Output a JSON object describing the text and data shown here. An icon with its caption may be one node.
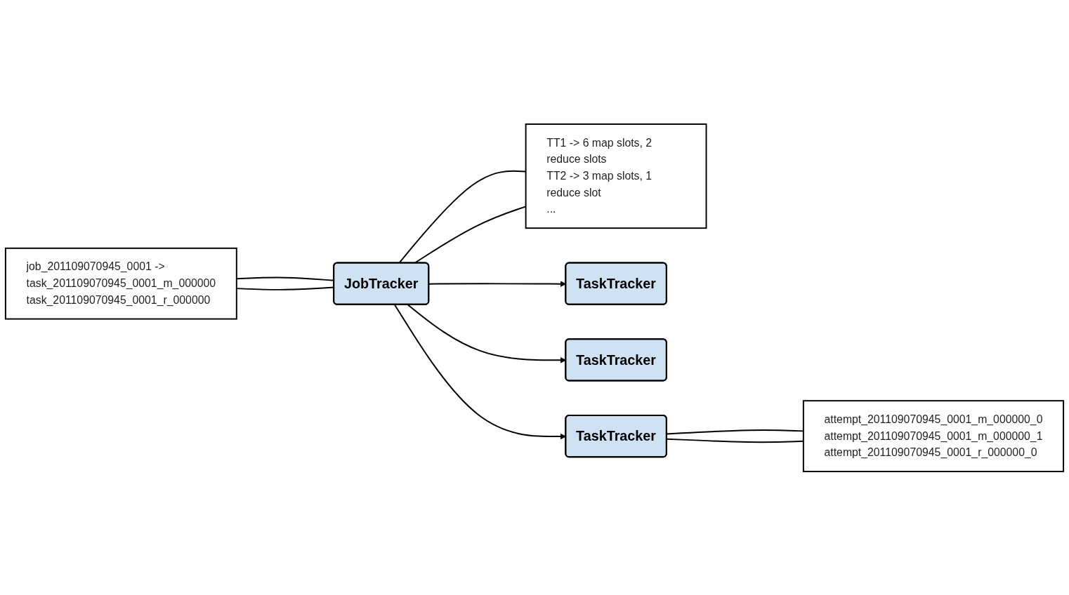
{
  "diagram": {
    "nodes": [
      {
        "text": [
          "job_201109070945_0001 ->",
          "task_201109070945_0001_m_000000",
          "task_201109070945_0001_r_000000"
        ]
      },
      {
        "text": [
          "JobTracker"
        ]
      },
      {
        "text": [
          "TT1 -> 6 map slots, 2 reduce slots",
          "TT2 -> 3 map slots, 1 reduce slot",
          "..."
        ]
      },
      {
        "text": [
          "TaskTracker"
        ]
      },
      {
        "text": [
          "TaskTracker"
        ]
      },
      {
        "text": [
          "TaskTracker"
        ]
      },
      {
        "text": [
          "attempt_201109070945_0001_m_000000_0",
          "attempt_201109070945_0001_m_000000_1",
          "attempt_201109070945_0001_r_000000_0"
        ]
      }
    ],
    "edges": [
      {
        "from": 0,
        "to": 1,
        "arrow": "none"
      },
      {
        "from": 0,
        "to": 1,
        "arrow": "none"
      },
      {
        "from": 1,
        "to": 2,
        "arrow": "none"
      },
      {
        "from": 1,
        "to": 2,
        "arrow": "none"
      },
      {
        "from": 1,
        "to": 3,
        "arrow": "to"
      },
      {
        "from": 1,
        "to": 4,
        "arrow": "to"
      },
      {
        "from": 1,
        "to": 5,
        "arrow": "to"
      },
      {
        "from": 5,
        "to": 6,
        "arrow": "none"
      },
      {
        "from": 5,
        "to": 6,
        "arrow": "none"
      }
    ]
  }
}
